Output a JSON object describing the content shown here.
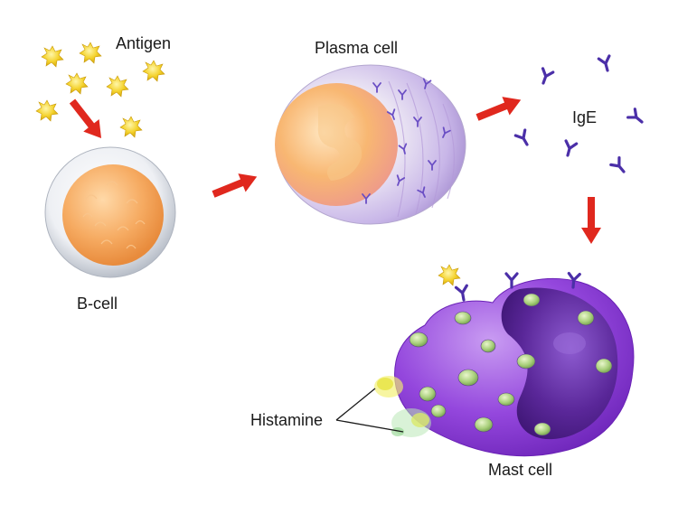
{
  "labels": {
    "antigen": "Antigen",
    "plasma_cell": "Plasma cell",
    "ige": "IgE",
    "b_cell": "B-cell",
    "histamine": "Histamine",
    "mast_cell": "Mast cell"
  },
  "colors": {
    "arrow": "#e0281e",
    "antigen": "#f2cf2a",
    "antibody": "#4b2fa8",
    "nucleus_orange": "#f4a25a",
    "mast_cell": "#8a3fd6",
    "mast_nucleus": "#4d1d8e",
    "granule": "#a8cf7a"
  }
}
